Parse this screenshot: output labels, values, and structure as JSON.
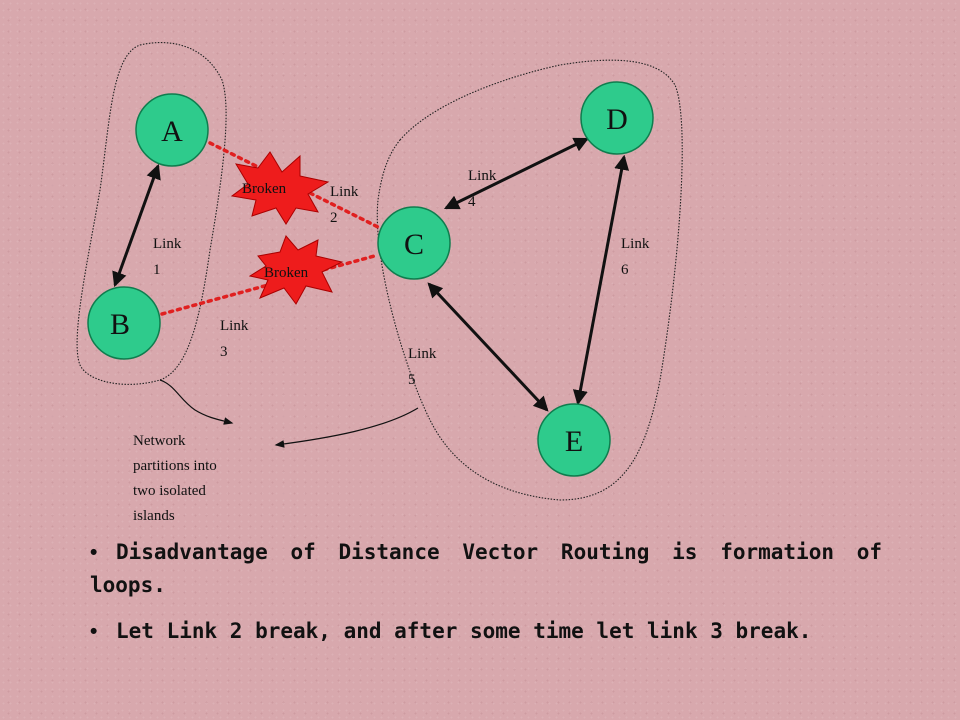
{
  "nodes": {
    "a": "A",
    "b": "B",
    "c": "C",
    "d": "D",
    "e": "E"
  },
  "links": {
    "link1": [
      "Link",
      "1"
    ],
    "link2": [
      "Link",
      "2"
    ],
    "link3": [
      "Link",
      "3"
    ],
    "link4": [
      "Link",
      "4"
    ],
    "link5": [
      "Link",
      "5"
    ],
    "link6": [
      "Link",
      "6"
    ]
  },
  "broken_label": "Broken",
  "note": [
    "Network",
    "partitions into",
    "two isolated",
    "islands"
  ],
  "bullets": [
    "Disadvantage of Distance Vector Routing is formation of loops.",
    "Let  Link 2 break, and after some time let link 3 break."
  ],
  "colors": {
    "node_fill": "#2ecb8c",
    "broken_star": "#ee1c1c",
    "broken_link": "#e02020"
  }
}
